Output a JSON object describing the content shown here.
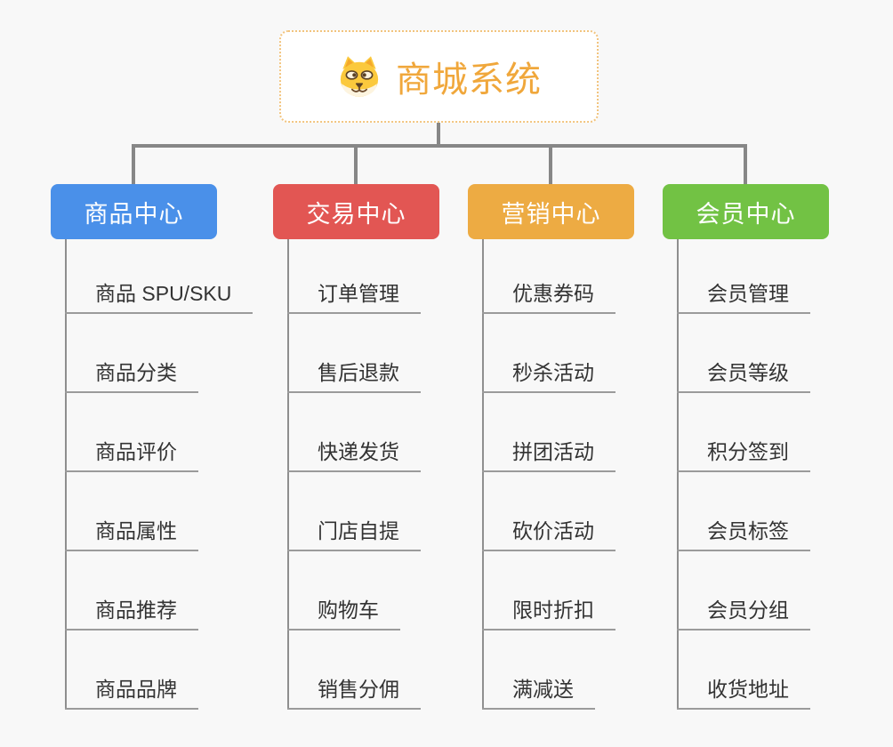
{
  "canvas": {
    "background_color": "#f8f8f8",
    "connector_color": "#878787",
    "child_underline_color": "#9b9b9b",
    "child_text_color": "#333333",
    "branch_text_color": "#ffffff"
  },
  "root": {
    "title": "商城系统",
    "icon": "dog-icon",
    "title_color": "#f0a73b",
    "border_color": "#f2c47e"
  },
  "branches": [
    {
      "id": "product-center",
      "label": "商品中心",
      "color": "#4a90e9",
      "children": [
        "商品 SPU/SKU",
        "商品分类",
        "商品评价",
        "商品属性",
        "商品推荐",
        "商品品牌"
      ]
    },
    {
      "id": "trade-center",
      "label": "交易中心",
      "color": "#e25653",
      "children": [
        "订单管理",
        "售后退款",
        "快递发货",
        "门店自提",
        "购物车",
        "销售分佣"
      ]
    },
    {
      "id": "marketing-center",
      "label": "营销中心",
      "color": "#edab43",
      "children": [
        "优惠券码",
        "秒杀活动",
        "拼团活动",
        "砍价活动",
        "限时折扣",
        "满减送"
      ]
    },
    {
      "id": "member-center",
      "label": "会员中心",
      "color": "#72c244",
      "children": [
        "会员管理",
        "会员等级",
        "积分签到",
        "会员标签",
        "会员分组",
        "收货地址"
      ]
    }
  ]
}
